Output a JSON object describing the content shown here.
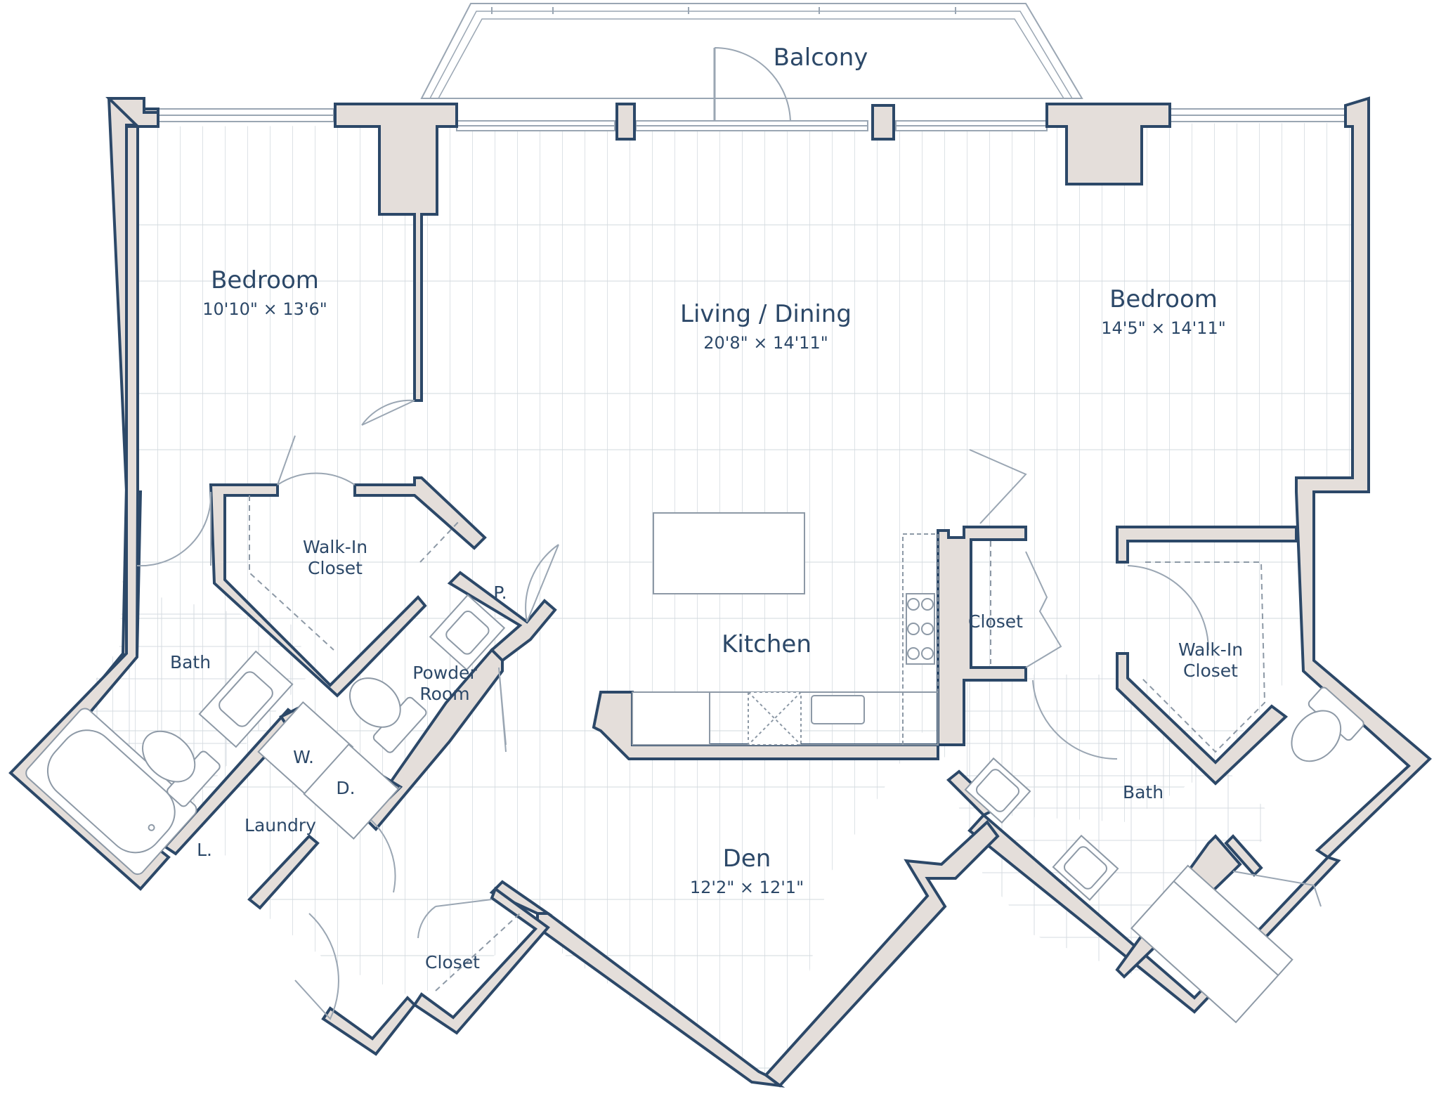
{
  "colors": {
    "wall_fill": "#e4deda",
    "wall_stroke": "#2c4868",
    "floor_line": "#d2d8de",
    "fixture": "#8d99a6",
    "text": "#2c4868"
  },
  "rooms": {
    "balcony": {
      "name": "Balcony"
    },
    "bedroom_left": {
      "name": "Bedroom",
      "dims": "10'10\" × 13'6\""
    },
    "living_dining": {
      "name": "Living / Dining",
      "dims": "20'8\" × 14'11\""
    },
    "bedroom_right": {
      "name": "Bedroom",
      "dims": "14'5\" × 14'11\""
    },
    "walkin_closet_left": {
      "line1": "Walk-In",
      "line2": "Closet"
    },
    "pantry": {
      "name": "P."
    },
    "kitchen": {
      "name": "Kitchen"
    },
    "closet_center": {
      "name": "Closet"
    },
    "walkin_closet_right": {
      "line1": "Walk-In",
      "line2": "Closet"
    },
    "bath_left": {
      "name": "Bath"
    },
    "powder_room": {
      "line1": "Powder",
      "line2": "Room"
    },
    "washer": {
      "name": "W."
    },
    "dryer": {
      "name": "D."
    },
    "laundry": {
      "name": "Laundry"
    },
    "linen": {
      "name": "L."
    },
    "den": {
      "name": "Den",
      "dims": "12'2\" × 12'1\""
    },
    "closet_den": {
      "name": "Closet"
    },
    "bath_right": {
      "name": "Bath"
    }
  }
}
